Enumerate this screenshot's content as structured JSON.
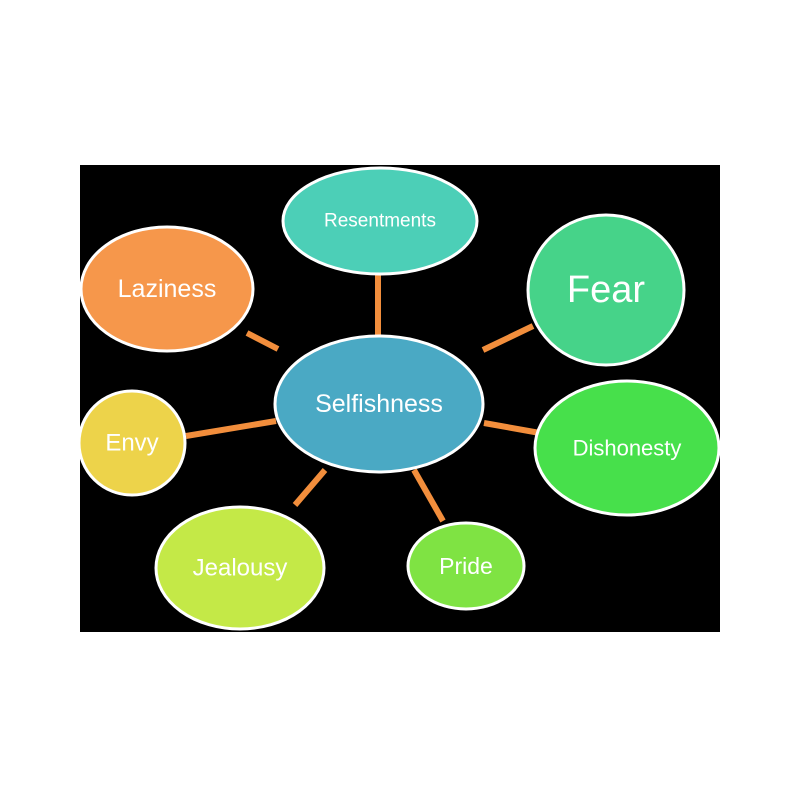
{
  "diagram": {
    "background": "#000000",
    "connector_color": "#f28e3c",
    "center": {
      "label": "Selfishness",
      "color": "#4aa9c4"
    },
    "nodes": [
      {
        "id": "resentments",
        "label": "Resentments",
        "color": "#4ccfb7"
      },
      {
        "id": "fear",
        "label": "Fear",
        "color": "#46d389"
      },
      {
        "id": "dishonesty",
        "label": "Dishonesty",
        "color": "#47e04b"
      },
      {
        "id": "pride",
        "label": "Pride",
        "color": "#7fe343"
      },
      {
        "id": "jealousy",
        "label": "Jealousy",
        "color": "#c4e947"
      },
      {
        "id": "envy",
        "label": "Envy",
        "color": "#edd34a"
      },
      {
        "id": "laziness",
        "label": "Laziness",
        "color": "#f6974b"
      }
    ]
  }
}
